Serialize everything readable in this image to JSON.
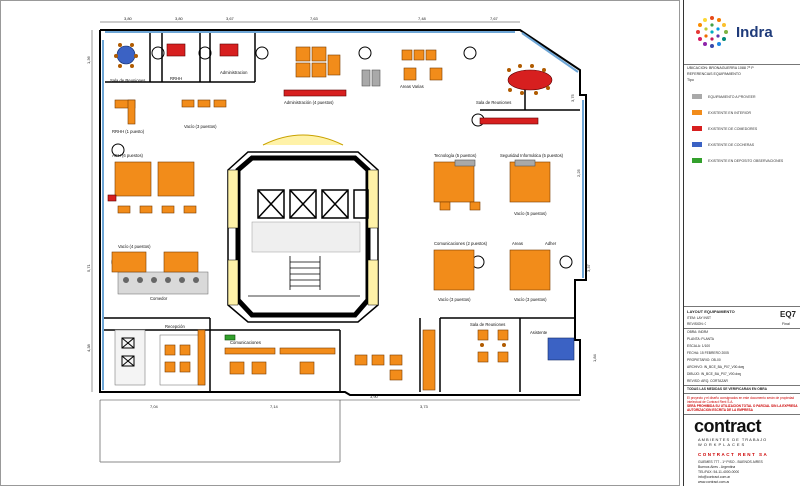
{
  "dimensions": {
    "top": [
      "3,80",
      "3,80",
      "3,67",
      "7,63",
      "7,48",
      "7,67"
    ],
    "bottom": [
      "7,04",
      "7,14",
      "3,90",
      "3,73"
    ],
    "left": [
      "1,36",
      "5,71",
      "4,38"
    ],
    "right": [
      "3,75",
      "2,25",
      "3,37",
      "1,84"
    ]
  },
  "rooms": {
    "sala_reuniones_1": "Sala de Reuniones",
    "rrhh": "RRHH",
    "administracion": "Administracion",
    "administracion_4": "Administración (4 puestos)",
    "areas_varias": "Areas Varias",
    "sala_reuniones_2": "Sala de Reuniones",
    "rrhh_1": "RRHH (1 puesto)",
    "vacio_3": "Vacío (3 puestos)",
    "ach_6": "ACH (6 puestos)",
    "vacio_4": "Vacío (4 puestos)",
    "tecnologia_5": "Tecnología (5 puestos)",
    "seguridad_5": "Seguridad Informática (5 puestos)",
    "vacio_5": "Vacío (5 puestos)",
    "comunicaciones_2": "Comunicaciones (2 puestos)",
    "areas": "Areas",
    "adher": "Adher",
    "vacio_3b": "Vacío (3 puestos)",
    "vacio_3c": "Vacío (3 puestos)",
    "comedor": "Comedor",
    "recepcion": "Recepción",
    "comunicaciones": "Comunicaciones",
    "sala_reuniones_3": "Sala de Reuniones",
    "asistente": "Asistente"
  },
  "panel": {
    "logo": "Indra",
    "ubicacion": "UBICACION: BRONAGUERRA 1088 7º P",
    "referencias": "REFERENCIAS EQUIPAMIENTO",
    "legend_header": "Tipo",
    "legend": [
      {
        "label": "EQUIPAMIENTO A PROVEER",
        "color": "#a9a9a9"
      },
      {
        "label": "EXISTENTE EN INTERIOR",
        "color": "#f28c1a"
      },
      {
        "label": "EXISTENTE DE COMEDORES",
        "color": "#d71f1f"
      },
      {
        "label": "EXISTENTE DE COCHERAS",
        "color": "#3b62c4"
      },
      {
        "label": "EXISTENTE EN DEPOSITO OBSERVACIONES",
        "color": "#33a02c"
      }
    ],
    "title_block": {
      "title": "LAYOUT EQUIPAMIENTO",
      "sheet_code": "EQ7",
      "final_label": "Final",
      "rows": [
        "ITEM: LAY INST",
        "REVISION: 0",
        "OBRA: INDRA",
        "PLANTA: PLANTA",
        "ESCALA: 1/100",
        "FECHA: 15 FEBRERO 2005",
        "PROPIETARIO: OB-00",
        "ARCHIVO: IN_BCE_BA_P07_V00.dwg",
        "DIBUJO: IN_BCE_BA_P07_V00.dwg",
        "REVISO: ARQ. CORTAZAR"
      ],
      "note_medidas": "TODAS LAS MEDIDAS SE VERIFICARAN EN OBRA",
      "legal": "El proyecto y el diseño consignados en este documento serán de propiedad intelectual de Contract Rent S.A.",
      "legal_red": "SERÁ PROHIBIDA SU UTILIZACION TOTAL O PARCIAL SIN LA EXPRESA AUTORIZACION ESCRITA DE LA EMPRESA"
    },
    "brand": "contract",
    "brand_sub1": "AMBIENTES DE TRABAJO",
    "brand_sub2": "WORKPLACES",
    "brand_sub3": "CONTRACT RENT SA",
    "address": [
      "GUEMES 777 - 1º PISO - BUENOS AIRES",
      "Buenos Aires - Argentina",
      "TEL/FAX: 54-11-4000-0000",
      "info@contract.com.ar",
      "www.contract.com.ar"
    ]
  }
}
